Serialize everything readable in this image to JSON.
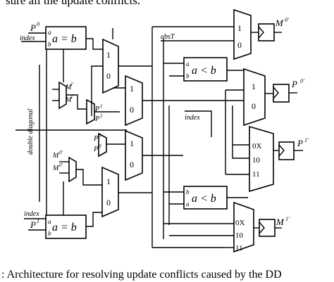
{
  "caption_top": "sure all the update conflicts.",
  "caption_bottom": ": Architecture for resolving update conflicts caused by the DD",
  "labels": {
    "P0": "P",
    "P0_sup": "0",
    "index": "index",
    "absT": "absT",
    "double_diagonal": "double diagonal",
    "M": "M",
    "P": "P",
    "sup0p": "0'",
    "sup1p": "1'",
    "sup0": "0",
    "sup1": "1",
    "a": "a",
    "b": "b",
    "eq": "a = b",
    "lt": "a < b",
    "mux_1": "1",
    "mux_0": "0",
    "mux_0X": "0X",
    "mux_10": "10",
    "mux_11": "11",
    "M0p_out": "M",
    "P0p_out": "P",
    "P1p_out": "P",
    "M1p_out": "M"
  }
}
